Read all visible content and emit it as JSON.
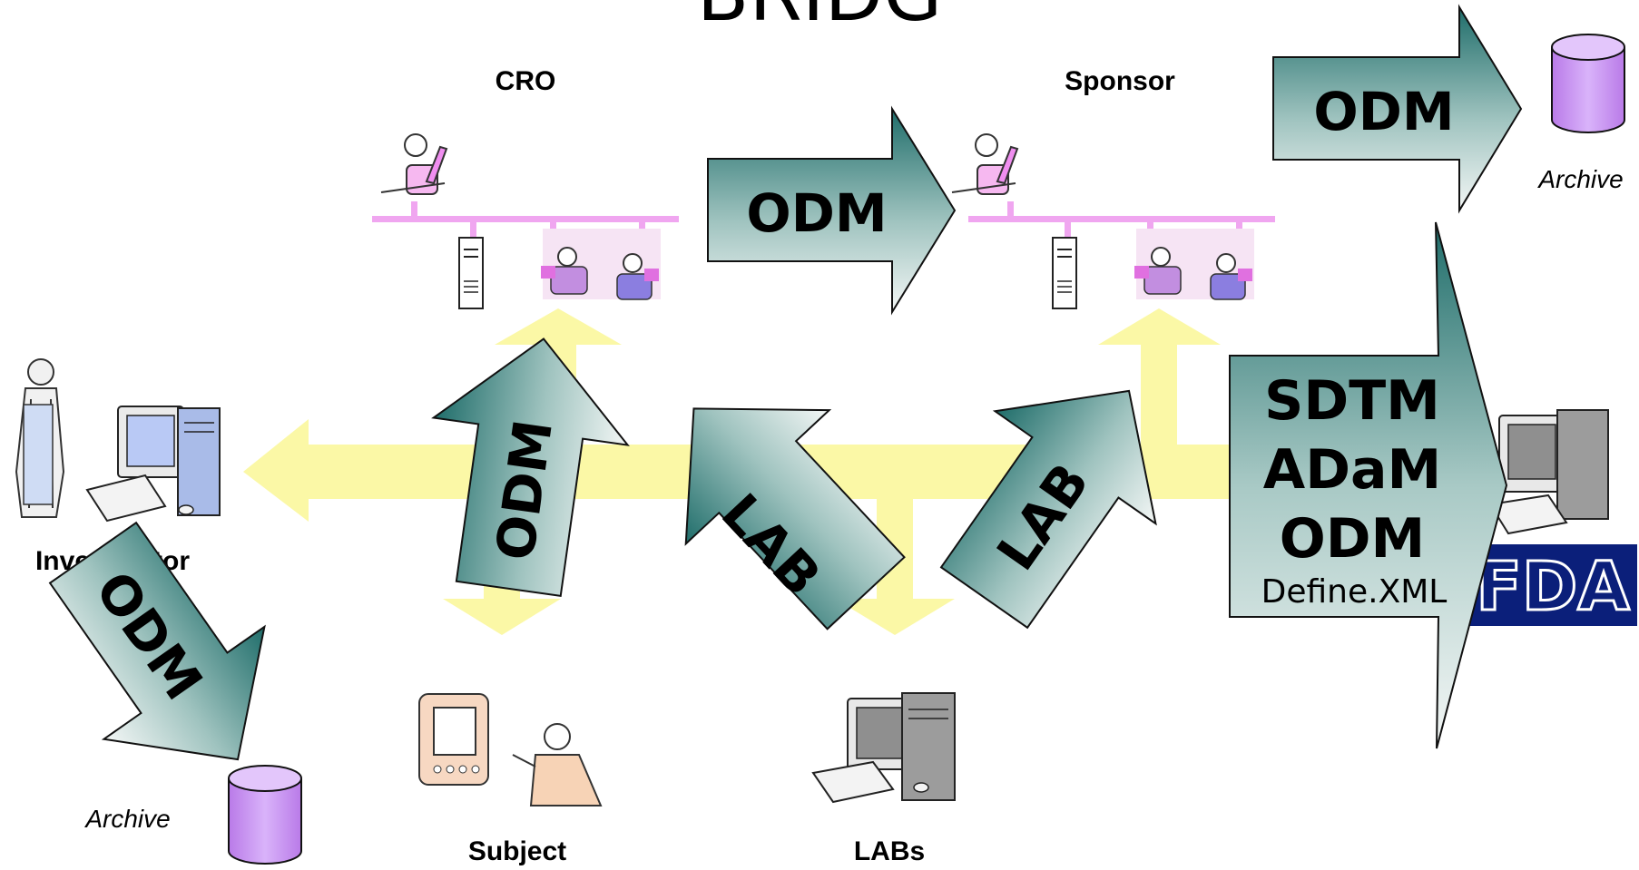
{
  "title": "BRIDG",
  "actors": {
    "cro": "CRO",
    "sponsor": "Sponsor",
    "investigator": "Investigator",
    "subject": "Subject",
    "labs": "LABs"
  },
  "archives": {
    "top_right": "Archive",
    "bottom_left": "Archive"
  },
  "arrows": {
    "cro_to_sponsor": "ODM",
    "sponsor_to_archive": "ODM",
    "subject_to_cro": "ODM",
    "cro_to_labs": "LAB",
    "labs_to_sponsor": "LAB",
    "investigator_to_archive": "ODM",
    "sponsor_to_fda": {
      "line1": "SDTM",
      "line2": "ADaM",
      "line3": "ODM",
      "line4": "Define.XML"
    }
  },
  "fda_logo_text": "FDA",
  "colors": {
    "arrow_dark": "#1f6d6a",
    "arrow_light": "#f4f7f6",
    "network_bus": "#f0a6f0",
    "yellow_flow": "#fbf8a6",
    "archive_fill": "#cfa0f5",
    "fda_blue": "#0b1f7a"
  }
}
